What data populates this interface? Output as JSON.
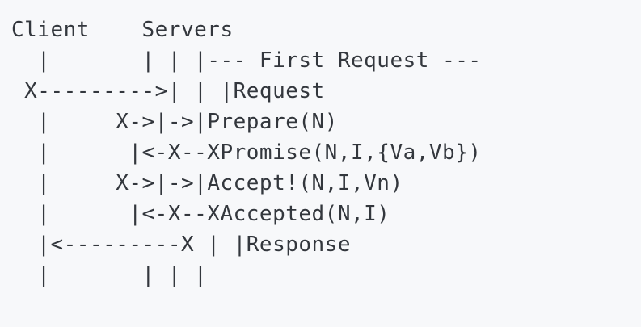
{
  "diagram": {
    "kind": "ascii-sequence-diagram",
    "title_hint": "Paxos message flow between a client and three servers",
    "background_color": "#f7f8fa",
    "text_color": "#33373d",
    "headers": {
      "client": "Client",
      "servers": "Servers"
    },
    "header_line": "Client    Servers",
    "lanes": {
      "client_lifeline": "|",
      "server_lifeline": "|",
      "server_count": 3
    },
    "legend": {
      "x_marker": "X",
      "right_arrow": "->",
      "left_arrow": "<-",
      "dashed_segment": "-"
    },
    "rows": [
      {
        "id": "row-header",
        "type": "header",
        "flow": "Client    Servers",
        "label": ""
      },
      {
        "id": "row-first-request-banner",
        "type": "banner",
        "flow": "  |       | | |",
        "label": "--- First Request ---"
      },
      {
        "id": "row-request",
        "type": "message",
        "flow": " X--------->| | |",
        "label": "Request"
      },
      {
        "id": "row-prepare",
        "type": "message",
        "flow": "  |     X->|->|",
        "label": "Prepare(N)"
      },
      {
        "id": "row-promise",
        "type": "message",
        "flow": "  |      |<-X--X",
        "label": "Promise(N,I,{Va,Vb})"
      },
      {
        "id": "row-accept",
        "type": "message",
        "flow": "  |     X->|->|",
        "label": "Accept!(N,I,Vn)"
      },
      {
        "id": "row-accepted",
        "type": "message",
        "flow": "  |      |<-X--X",
        "label": "Accepted(N,I)"
      },
      {
        "id": "row-response",
        "type": "message",
        "flow": "  |<---------X | |",
        "label": "Response"
      },
      {
        "id": "row-tail",
        "type": "lifeline",
        "flow": "  |       | | |",
        "label": ""
      }
    ],
    "messages": [
      "Request",
      "Prepare(N)",
      "Promise(N,I,{Va,Vb})",
      "Accept!(N,I,Vn)",
      "Accepted(N,I)",
      "Response"
    ],
    "banner_text": "--- First Request ---",
    "full_text": "Client    Servers\n  |       | | | --- First Request ---\n X--------->| | | Request\n  |     X->|->| Prepare(N)\n  |      |<-X--X Promise(N,I,{Va,Vb})\n  |     X->|->| Accept!(N,I,Vn)\n  |      |<-X--X Accepted(N,I)\n  |<---------X | | Response\n  |       | | |"
  }
}
